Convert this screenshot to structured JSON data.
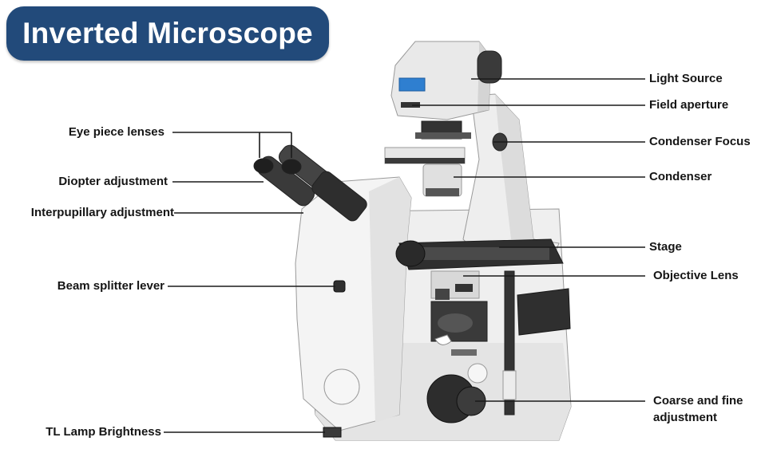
{
  "title": "Inverted Microscope",
  "labels": {
    "eye_piece_lenses": "Eye piece lenses",
    "diopter_adjustment": "Diopter adjustment",
    "interpupillary_adjustment": "Interpupillary adjustment",
    "beam_splitter_lever": "Beam splitter lever",
    "tl_lamp_brightness": "TL Lamp Brightness",
    "light_source": "Light Source",
    "field_aperture": "Field aperture",
    "condenser_focus": "Condenser Focus",
    "condenser": "Condenser",
    "stage": "Stage",
    "objective_lens": "Objective Lens",
    "coarse_fine_line1": "Coarse and fine",
    "coarse_fine_line2": "adjustment"
  },
  "colors": {
    "title_bg": "#224a7a",
    "body_light": "#f1f1f1",
    "body_shadow": "#d6d6d6",
    "dark_part": "#2b2b2b",
    "display_blue": "#2f7fd0"
  }
}
